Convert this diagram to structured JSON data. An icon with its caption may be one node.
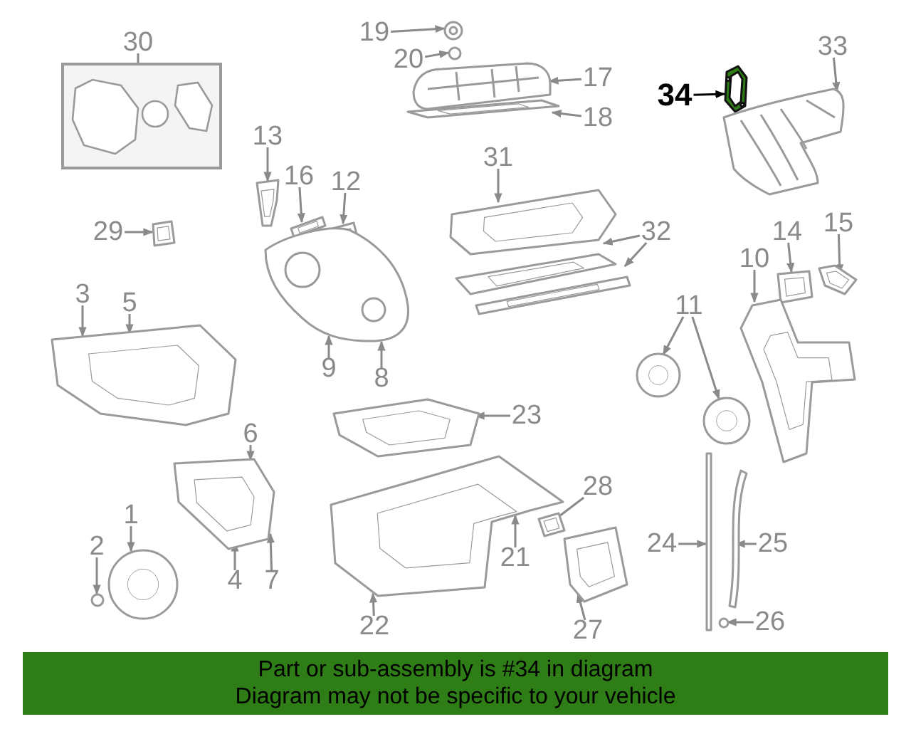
{
  "diagram": {
    "nodes": [
      {
        "text": [
          "30"
        ]
      },
      {
        "text": [],
        "shape": "box"
      },
      {
        "text": [
          "19"
        ]
      },
      {
        "text": [
          "20"
        ]
      },
      {
        "text": [
          "17"
        ]
      },
      {
        "text": [
          "18"
        ]
      },
      {
        "text": [
          "34"
        ]
      },
      {
        "text": [
          "33"
        ]
      },
      {
        "text": [
          "13"
        ]
      },
      {
        "text": [
          "16"
        ]
      },
      {
        "text": [
          "12"
        ]
      },
      {
        "text": [
          "31"
        ]
      },
      {
        "text": [
          "32"
        ]
      },
      {
        "text": [
          "29"
        ]
      },
      {
        "text": [
          "14"
        ]
      },
      {
        "text": [
          "15"
        ]
      },
      {
        "text": [
          "10"
        ]
      },
      {
        "text": [
          "11"
        ]
      },
      {
        "text": [
          "3"
        ]
      },
      {
        "text": [
          "5"
        ]
      },
      {
        "text": [
          "9"
        ]
      },
      {
        "text": [
          "8"
        ]
      },
      {
        "text": [
          "23"
        ]
      },
      {
        "text": [
          "6"
        ]
      },
      {
        "text": [
          "1"
        ]
      },
      {
        "text": [
          "2"
        ]
      },
      {
        "text": [
          "4"
        ]
      },
      {
        "text": [
          "7"
        ]
      },
      {
        "text": [
          "28"
        ]
      },
      {
        "text": [
          "21"
        ]
      },
      {
        "text": [
          "22"
        ]
      },
      {
        "text": [
          "27"
        ]
      },
      {
        "text": [
          "24"
        ]
      },
      {
        "text": [
          "25"
        ]
      },
      {
        "text": [
          "26"
        ]
      },
      {
        "text": [
          "Part or sub-assembly is #34 in diagram",
          "Diagram may not be specific to your vehicle"
        ]
      },
      {
        "text": [],
        "shape": "circle"
      },
      {
        "text": [],
        "shape": "picture"
      },
      {
        "text": [],
        "shape": "picture"
      },
      {
        "text": [],
        "shape": "picture"
      },
      {
        "text": [],
        "shape": "circle"
      },
      {
        "text": [],
        "shape": "picture"
      },
      {
        "text": [],
        "shape": "picture"
      },
      {
        "text": [],
        "shape": "picture"
      },
      {
        "text": [],
        "shape": "picture"
      },
      {
        "text": [],
        "shape": "picture"
      },
      {
        "text": [],
        "shape": "picture"
      },
      {
        "text": [],
        "shape": "picture"
      },
      {
        "text": [],
        "shape": "picture"
      },
      {
        "text": [],
        "shape": "picture"
      },
      {
        "text": [],
        "shape": "picture"
      },
      {
        "text": [],
        "shape": "picture"
      },
      {
        "text": [],
        "shape": "picture"
      },
      {
        "text": [],
        "shape": "picture"
      },
      {
        "text": [],
        "shape": "circle"
      },
      {
        "text": [],
        "shape": "circle"
      },
      {
        "text": [],
        "shape": "picture"
      },
      {
        "text": [],
        "shape": "picture"
      },
      {
        "text": [],
        "shape": "picture"
      },
      {
        "text": [],
        "shape": "circle"
      },
      {
        "text": [],
        "shape": "circle"
      },
      {
        "text": [],
        "shape": "picture"
      },
      {
        "text": [],
        "shape": "picture"
      },
      {
        "text": [],
        "shape": "bar"
      },
      {
        "text": [],
        "shape": "picture"
      },
      {
        "text": [],
        "shape": "circle"
      }
    ],
    "edges": [
      {
        "from": 0,
        "to": 1,
        "arrow": "none"
      },
      {
        "from": 2,
        "to": 36,
        "arrow": "to"
      },
      {
        "from": 3,
        "to": 40,
        "arrow": "to"
      },
      {
        "from": 4,
        "to": 41,
        "arrow": "to"
      },
      {
        "from": 5,
        "to": 42,
        "arrow": "to"
      },
      {
        "from": 6,
        "to": 37,
        "arrow": "to",
        "color": "#000000"
      },
      {
        "from": 7,
        "to": 43,
        "arrow": "to"
      },
      {
        "from": 8,
        "to": 44,
        "arrow": "to"
      },
      {
        "from": 9,
        "to": 38,
        "arrow": "to"
      },
      {
        "from": 10,
        "to": 45,
        "arrow": "to"
      },
      {
        "from": 11,
        "to": 47,
        "arrow": "to"
      },
      {
        "from": 12,
        "to": 48,
        "arrow": "to"
      },
      {
        "from": 12,
        "to": 49,
        "arrow": "to"
      },
      {
        "from": 13,
        "to": 50,
        "arrow": "to"
      },
      {
        "from": 14,
        "to": 51,
        "arrow": "to"
      },
      {
        "from": 15,
        "to": 52,
        "arrow": "to"
      },
      {
        "from": 16,
        "to": 53,
        "arrow": "to"
      },
      {
        "from": 17,
        "to": 54,
        "arrow": "to"
      },
      {
        "from": 17,
        "to": 55,
        "arrow": "to"
      },
      {
        "from": 18,
        "to": 56,
        "arrow": "to"
      },
      {
        "from": 19,
        "to": 56,
        "arrow": "to"
      },
      {
        "from": 20,
        "to": 46,
        "arrow": "to"
      },
      {
        "from": 21,
        "to": 46,
        "arrow": "to"
      },
      {
        "from": 22,
        "to": 57,
        "arrow": "to"
      },
      {
        "from": 23,
        "to": 58,
        "arrow": "to"
      },
      {
        "from": 24,
        "to": 59,
        "arrow": "to"
      },
      {
        "from": 25,
        "to": 60,
        "arrow": "to"
      },
      {
        "from": 26,
        "to": 58,
        "arrow": "to"
      },
      {
        "from": 27,
        "to": 58,
        "arrow": "to"
      },
      {
        "from": 28,
        "to": 39,
        "arrow": "to"
      },
      {
        "from": 29,
        "to": 61,
        "arrow": "to"
      },
      {
        "from": 30,
        "to": 61,
        "arrow": "to"
      },
      {
        "from": 31,
        "to": 62,
        "arrow": "to"
      },
      {
        "from": 32,
        "to": 63,
        "arrow": "to"
      },
      {
        "from": 33,
        "to": 64,
        "arrow": "to"
      },
      {
        "from": 34,
        "to": 65,
        "arrow": "to"
      }
    ]
  }
}
